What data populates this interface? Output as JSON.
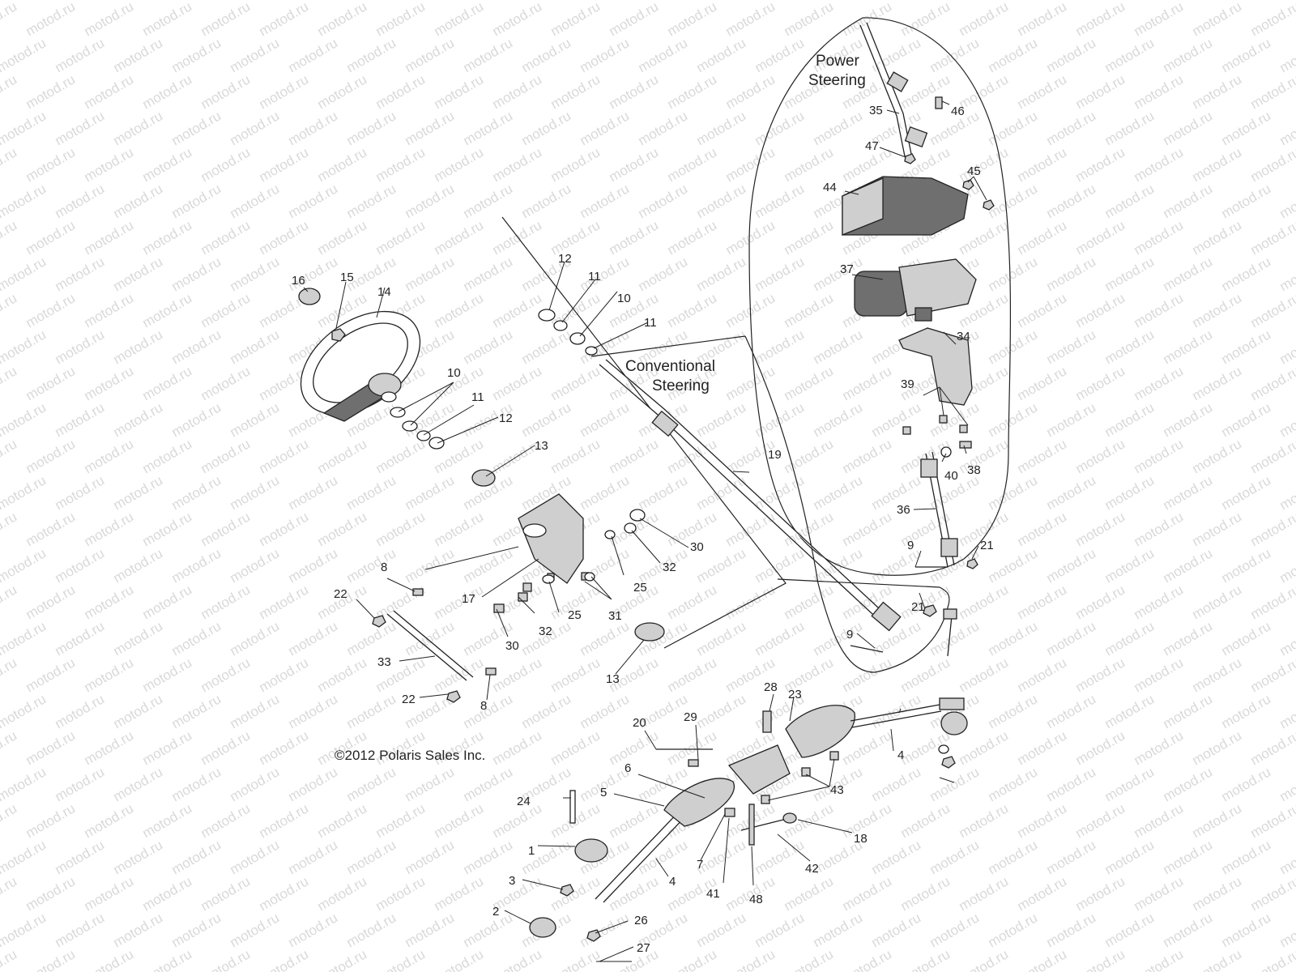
{
  "watermark": "motod.ru",
  "copyright": "©2012 Polaris Sales Inc.",
  "group_labels": {
    "power_line1": "Power",
    "power_line2": "Steering",
    "conv_line1": "Conventional",
    "conv_line2": "Steering"
  },
  "callouts": {
    "p1": "1",
    "p2": "2",
    "p3": "3",
    "p4a": "4",
    "p4b": "4",
    "p5": "5",
    "p6": "6",
    "p7": "7",
    "p8a": "8",
    "p8b": "8",
    "p9a": "9",
    "p9b": "9",
    "p10a": "10",
    "p10b": "10",
    "p11a": "11",
    "p11b": "11",
    "p11c": "11",
    "p12a": "12",
    "p12b": "12",
    "p13a": "13",
    "p13b": "13",
    "p14": "14",
    "p15": "15",
    "p16": "16",
    "p17": "17",
    "p18": "18",
    "p19": "19",
    "p20": "20",
    "p21a": "21",
    "p21b": "21",
    "p22a": "22",
    "p22b": "22",
    "p23": "23",
    "p24": "24",
    "p25a": "25",
    "p25b": "25",
    "p26": "26",
    "p27": "27",
    "p28": "28",
    "p29": "29",
    "p30a": "30",
    "p30b": "30",
    "p31": "31",
    "p32a": "32",
    "p32b": "32",
    "p33": "33",
    "p34": "34",
    "p35": "35",
    "p36": "36",
    "p37": "37",
    "p38": "38",
    "p39": "39",
    "p40": "40",
    "p41": "41",
    "p42": "42",
    "p43": "43",
    "p44": "44",
    "p45": "45",
    "p46": "46",
    "p47": "47",
    "p48": "48"
  }
}
